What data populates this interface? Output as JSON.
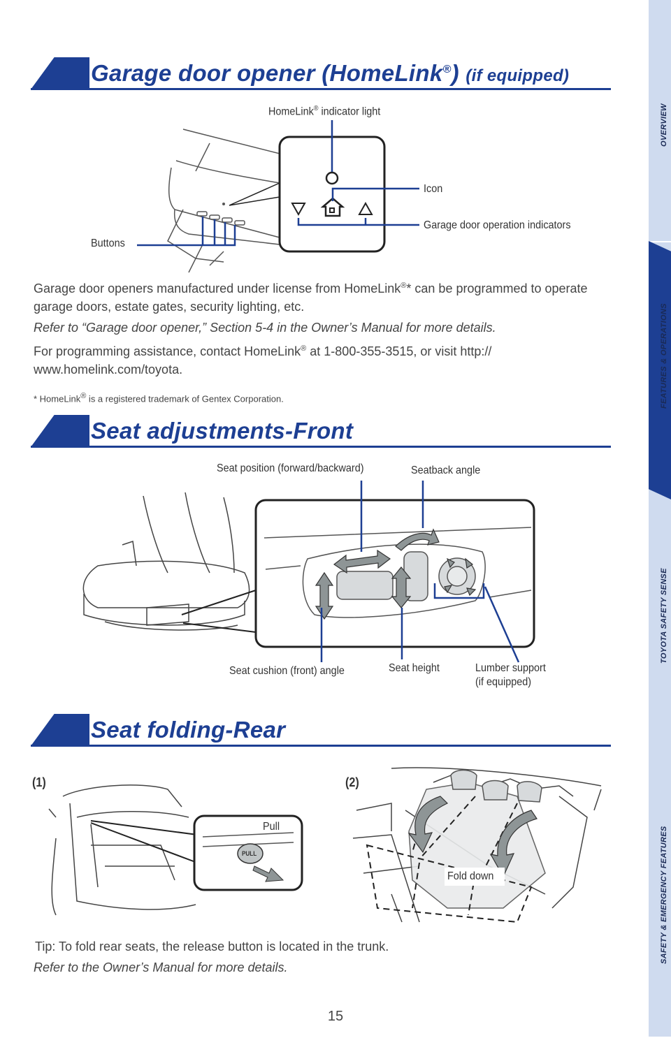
{
  "sections": {
    "garage": {
      "title": "Garage door opener (HomeLink",
      "reg": "®",
      "title_end": ")",
      "title_suffix": "(if equipped)",
      "callouts": {
        "indicator_light": "HomeLink",
        "indicator_light_reg": "®",
        "indicator_light_end": " indicator light",
        "icon": "Icon",
        "operation_indicators": "Garage door operation indicators",
        "buttons": "Buttons"
      },
      "para1_a": "Garage door openers manufactured under license from HomeLink",
      "para1_reg": "®",
      "para1_b": "* can be programmed to operate garage doors, estate gates, security lighting, etc.",
      "para2": "Refer to “Garage door opener,” Section 5-4 in the Owner’s Manual for more details.",
      "para3_a": "For programming assistance, contact HomeLink",
      "para3_reg": "®",
      "para3_b": " at 1-800-355-3515, or visit http:// www.homelink.com/toyota.",
      "footnote_a": "* HomeLink",
      "footnote_reg": "®",
      "footnote_b": " is a registered trademark of Gentex Corporation."
    },
    "seat_front": {
      "title": "Seat adjustments-Front",
      "callouts": {
        "position": "Seat position (forward/backward)",
        "seatback": "Seatback angle",
        "cushion": "Seat cushion (front) angle",
        "height": "Seat height",
        "lumbar_1": "Lumber support",
        "lumbar_2": "(if equipped)"
      }
    },
    "seat_rear": {
      "title": "Seat folding-Rear",
      "step1": "(1)",
      "step2": "(2)",
      "pull": "Pull",
      "pull_button": "PULL",
      "fold_down": "Fold down",
      "tip": "Tip: To fold rear seats, the release button is located in the trunk.",
      "refer": "Refer to the Owner’s Manual for more details."
    }
  },
  "sidebar": {
    "tabs": [
      "OVERVIEW",
      "FEATURES & OPERATIONS",
      "TOYOTA SAFETY SENSE",
      "SAFETY & EMERGENCY FEATURES"
    ],
    "active_index": 1,
    "colors": {
      "inactive": "#cfdbef",
      "active": "#1d3f93"
    }
  },
  "page_number": "15"
}
